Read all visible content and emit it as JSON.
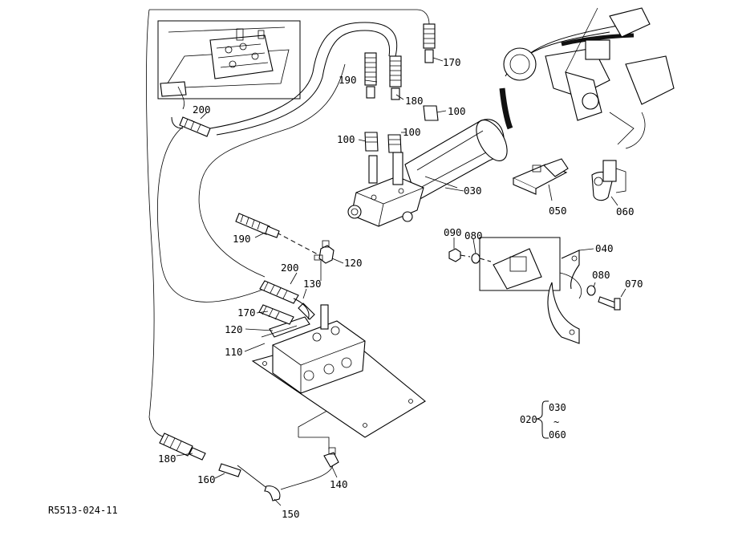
{
  "diagram": {
    "reference_code": "R5513-024-11",
    "group_callout": {
      "parent": "020",
      "from": "030",
      "tilde": "~",
      "to": "060"
    }
  },
  "labels": {
    "l170_top": "170",
    "l190_top": "190",
    "l180_top": "180",
    "l100_a": "100",
    "l100_b": "100",
    "l100_c": "100",
    "l200_top": "200",
    "l030": "030",
    "l050": "050",
    "l060": "060",
    "l190_mid": "190",
    "l120_mid": "120",
    "l090": "090",
    "l080_a": "080",
    "l040": "040",
    "l080_b": "080",
    "l070": "070",
    "l200_mid": "200",
    "l130": "130",
    "l170_mid": "170",
    "l120_low": "120",
    "l110": "110",
    "l180_low": "180",
    "l160": "160",
    "l140": "140",
    "l150": "150"
  }
}
